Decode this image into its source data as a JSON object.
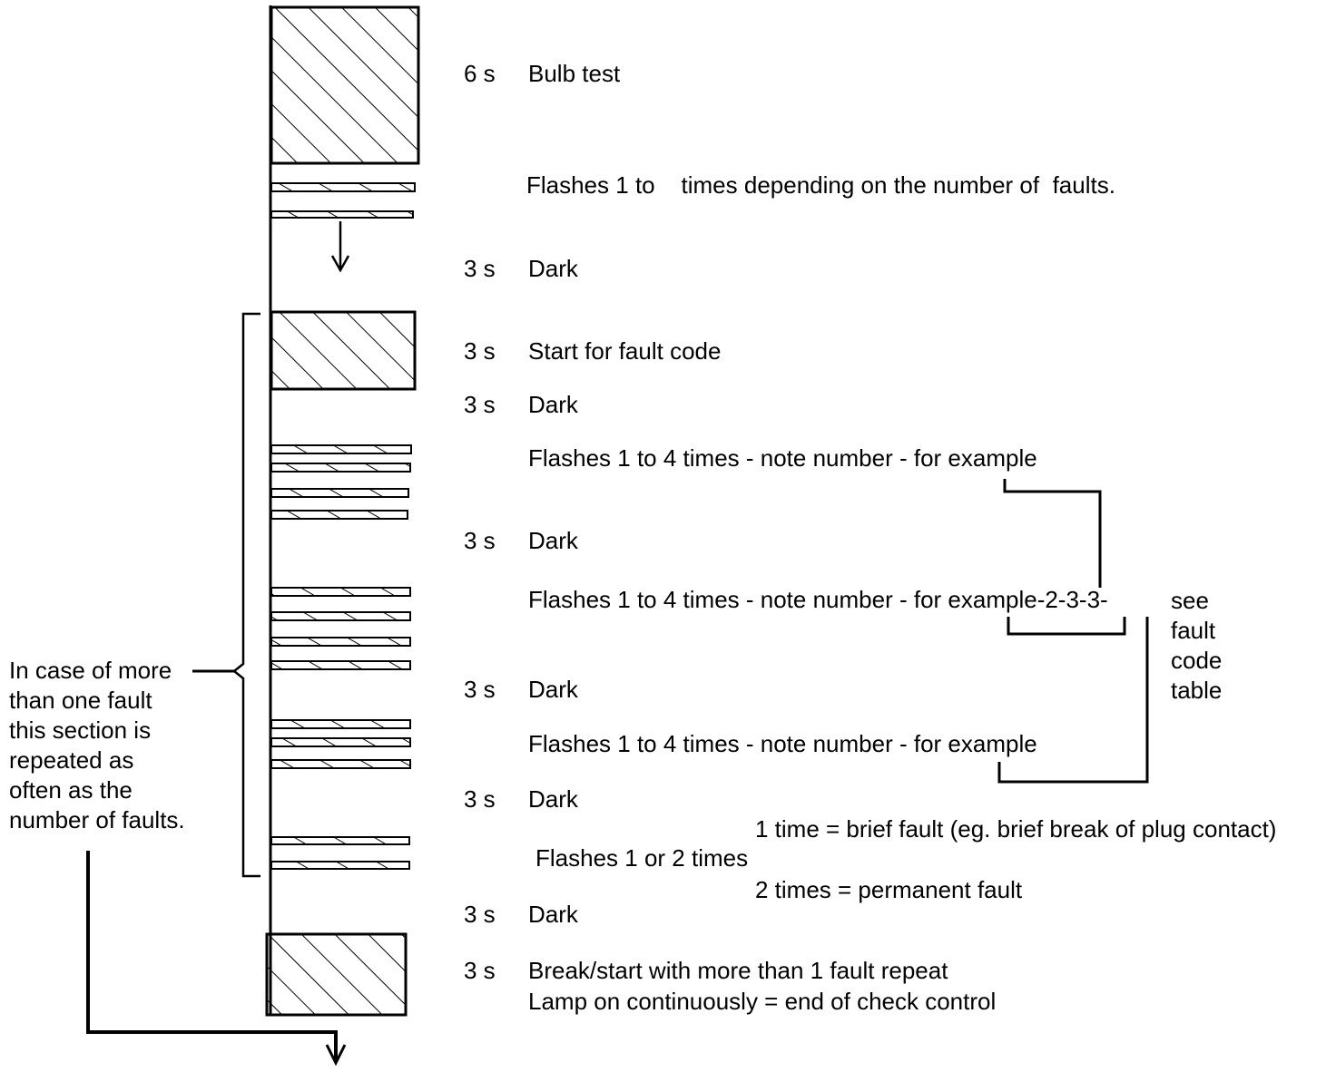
{
  "rows": [
    {
      "duration": "6 s",
      "text": "Bulb test"
    },
    {
      "duration": "",
      "text": "Flashes 1 to    times depending on the number of  faults."
    },
    {
      "duration": "3 s",
      "text": "Dark"
    },
    {
      "duration": "3 s",
      "text": "Start for fault code"
    },
    {
      "duration": "3 s",
      "text": "Dark"
    },
    {
      "duration": "",
      "text": "Flashes 1 to 4 times - note number - for example"
    },
    {
      "duration": "3 s",
      "text": "Dark"
    },
    {
      "duration": "",
      "text": "Flashes 1 to 4 times - note number - for example-2-3-3-"
    },
    {
      "duration": "3 s",
      "text": "Dark"
    },
    {
      "duration": "",
      "text": "Flashes 1 to 4 times - note number - for example"
    },
    {
      "duration": "3 s",
      "text": "Dark"
    },
    {
      "duration": "",
      "text": "Flashes 1 or 2 times"
    },
    {
      "duration": "3 s",
      "text": "Dark"
    },
    {
      "duration": "3 s",
      "text": "Break/start with more than 1 fault repeat"
    }
  ],
  "see_table": [
    "see",
    "fault",
    "code",
    "table"
  ],
  "brief_fault": "1 time = brief fault (eg. brief break of plug contact)",
  "permanent_fault": "2 times = permanent fault",
  "end_line": "Lamp on continuously = end of check control",
  "side_note": [
    "In case of more",
    "than one fault",
    "this section is",
    "repeated as",
    "often as the",
    "number of faults."
  ]
}
